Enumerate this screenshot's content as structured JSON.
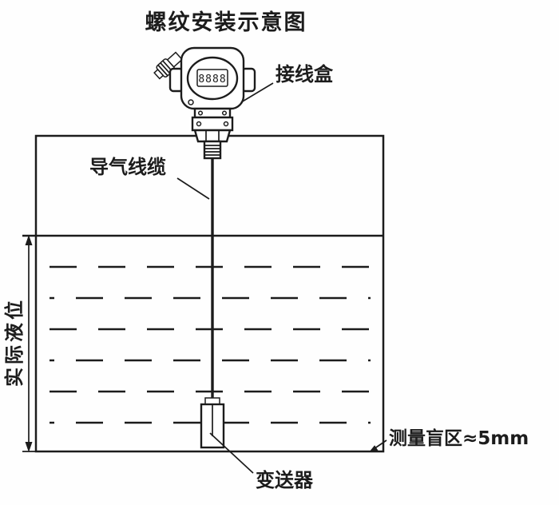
{
  "title": "螺纹安装示意图",
  "device": {
    "display_value": "8888"
  },
  "annotations": {
    "junction_box": "接线盒",
    "air_cable": "导气线缆",
    "actual_level": "实际液位",
    "blind_zone": "测量盲区≈5mm",
    "transmitter": "变送器"
  },
  "colors": {
    "ink": "#1c1c1c",
    "background": "#fefefe"
  }
}
